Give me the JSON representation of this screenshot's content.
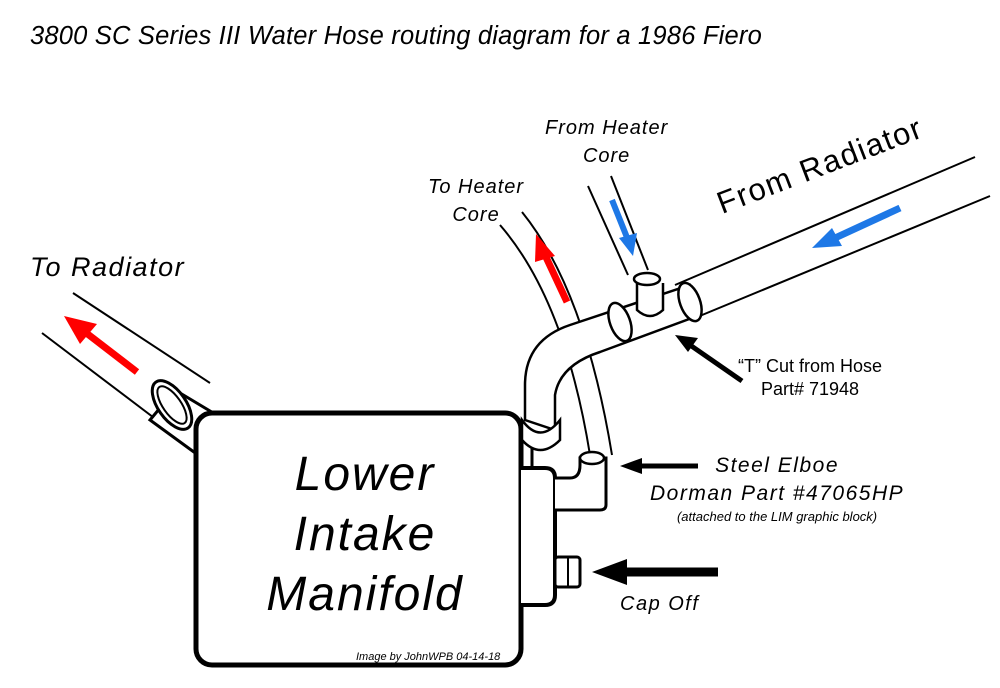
{
  "title": "3800 SC Series III Water Hose routing diagram for a 1986 Fiero",
  "labels": {
    "to_radiator": "To Radiator",
    "from_radiator": "From Radiator",
    "to_heater_core": [
      "To Heater",
      "Core"
    ],
    "from_heater_core": [
      "From Heater",
      "Core"
    ],
    "t_cut": [
      "“T” Cut from Hose",
      "Part#  71948"
    ],
    "steel_elbow": [
      "Steel Elboe",
      "Dorman Part #47065HP"
    ],
    "steel_elbow_note": "(attached to the LIM graphic block)",
    "cap_off": "Cap Off",
    "manifold": [
      "Lower",
      "Intake",
      "Manifold"
    ],
    "credit": "Image by JohnWPB 04-14-18"
  },
  "colors": {
    "hot_flow": "#ff0000",
    "cold_flow": "#1e78e6",
    "line": "#000000"
  },
  "flows": [
    {
      "hose": "to-radiator",
      "direction": "out",
      "color": "hot_flow"
    },
    {
      "hose": "to-heater-core",
      "direction": "out",
      "color": "hot_flow"
    },
    {
      "hose": "from-heater-core",
      "direction": "in",
      "color": "cold_flow"
    },
    {
      "hose": "from-radiator",
      "direction": "in",
      "color": "cold_flow"
    }
  ]
}
